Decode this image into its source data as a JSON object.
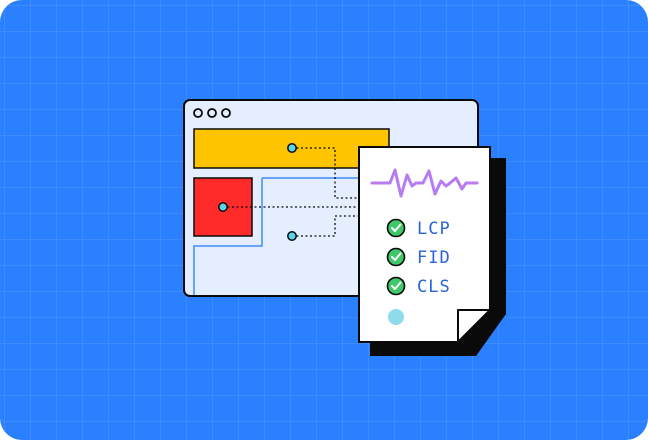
{
  "colors": {
    "background": "#2B80FF",
    "grid_line": "#5C9DFF",
    "window_fill": "#E4EEFF",
    "window_border": "#0A0A0A",
    "yellow_block": "#FFC400",
    "red_block": "#FF2A2A",
    "outline_blue": "#3E8BF5",
    "node_fill": "#5BD3E8",
    "report_paper": "#FFFFFF",
    "report_shadow": "#0A0A0A",
    "waveform": "#B77BF2",
    "check_fill": "#3EC86A",
    "metric_text": "#2B63D9",
    "pending_dot": "#8EDCEB"
  },
  "browser_window": {
    "controls": [
      "dot-icon",
      "dot-icon",
      "dot-icon"
    ]
  },
  "report": {
    "waveform_icon": "heartbeat-wave-icon",
    "metrics": [
      {
        "label": "LCP",
        "status": "passed",
        "icon": "check-circle-icon"
      },
      {
        "label": "FID",
        "status": "passed",
        "icon": "check-circle-icon"
      },
      {
        "label": "CLS",
        "status": "passed",
        "icon": "check-circle-icon"
      }
    ],
    "pending_icon": "pending-dot-icon",
    "page_curl_icon": "page-curl-icon"
  }
}
